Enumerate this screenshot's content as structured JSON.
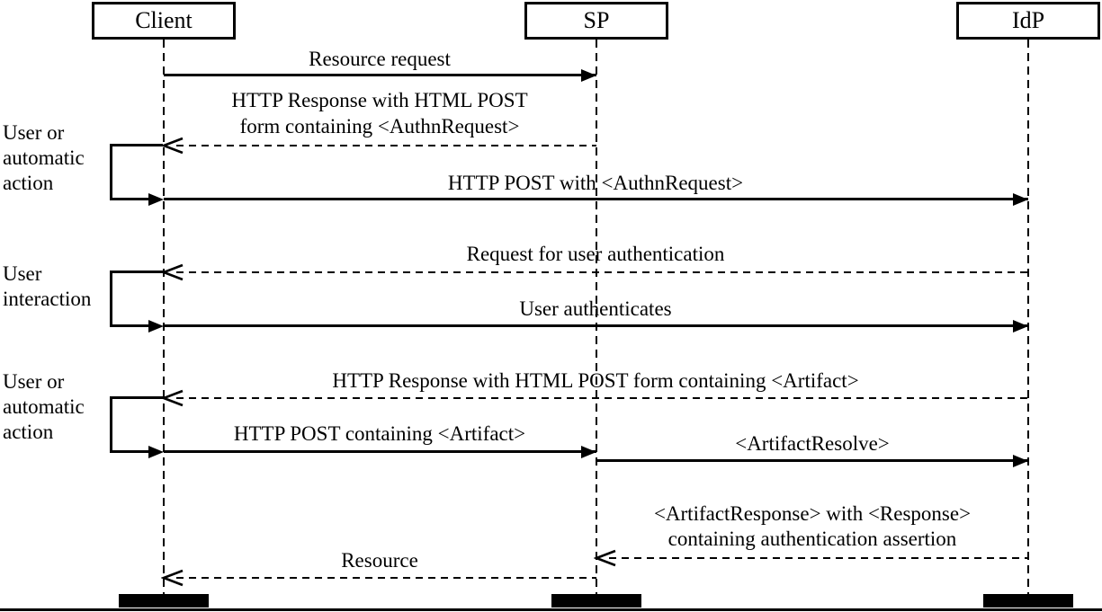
{
  "colors": {
    "line": "#000000",
    "background": "#ffffff"
  },
  "diagram": {
    "title": "SAML web SSO sequence diagram",
    "actors": [
      {
        "label": "Client"
      },
      {
        "label": "SP"
      },
      {
        "label": "IdP"
      }
    ],
    "side_notes": [
      {
        "lines": [
          "User or",
          "automatic",
          "action"
        ]
      },
      {
        "lines": [
          "User",
          "interaction"
        ]
      },
      {
        "lines": [
          "User or",
          "automatic",
          "action"
        ]
      }
    ],
    "messages": [
      {
        "from": "Client",
        "to": "SP",
        "line_style": "solid",
        "lines": [
          "Resource request"
        ]
      },
      {
        "from": "SP",
        "to": "Client",
        "line_style": "dashed",
        "lines": [
          "HTTP Response with HTML POST",
          "form containing <AuthnRequest>"
        ]
      },
      {
        "from": "Client",
        "to": "IdP",
        "line_style": "solid",
        "lines": [
          "HTTP POST with <AuthnRequest>"
        ]
      },
      {
        "from": "IdP",
        "to": "Client",
        "line_style": "dashed",
        "lines": [
          "Request for user authentication"
        ]
      },
      {
        "from": "Client",
        "to": "IdP",
        "line_style": "solid",
        "lines": [
          "User authenticates"
        ]
      },
      {
        "from": "IdP",
        "to": "Client",
        "line_style": "dashed",
        "lines": [
          "HTTP Response with HTML POST form containing <Artifact>"
        ]
      },
      {
        "from": "Client",
        "to": "SP",
        "line_style": "solid",
        "lines": [
          "HTTP POST containing <Artifact>"
        ]
      },
      {
        "from": "SP",
        "to": "IdP",
        "line_style": "solid",
        "lines": [
          "<ArtifactResolve>"
        ]
      },
      {
        "from": "IdP",
        "to": "SP",
        "line_style": "dashed",
        "lines": [
          "<ArtifactResponse> with <Response>",
          "containing authentication assertion"
        ]
      },
      {
        "from": "SP",
        "to": "Client",
        "line_style": "dashed",
        "lines": [
          "Resource"
        ]
      }
    ]
  }
}
